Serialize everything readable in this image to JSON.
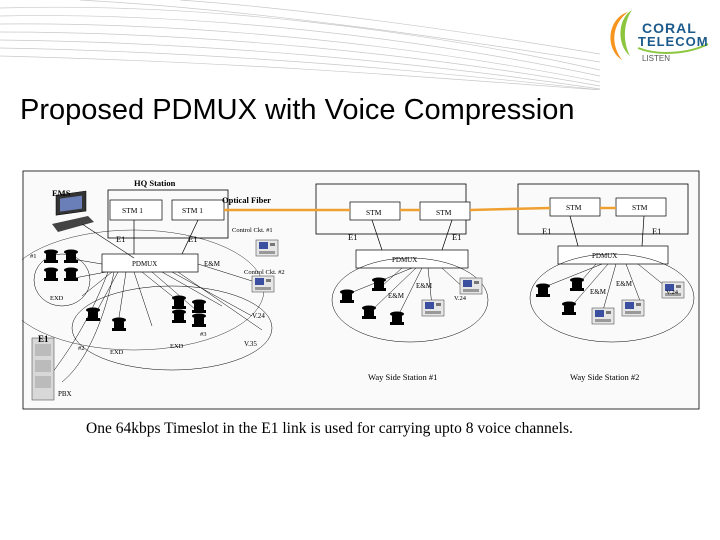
{
  "logo": {
    "brand_line1": "CORAL",
    "brand_line2": "TELECOM",
    "tagline": "LISTEN"
  },
  "title": "Proposed PDMUX with  Voice Compression",
  "diagram": {
    "ems": "EMS",
    "hq_station": "HQ Station",
    "optical_fiber": "Optical Fiber",
    "stm1_a": "STM 1",
    "stm1_b": "STM 1",
    "stm": "STM",
    "e1": "E1",
    "pdmux": "PDMUX",
    "em": "E&M",
    "control_ckt_1": "Control Ckt. #1",
    "control_ckt_2": "Control Ckt. #2",
    "exd": "EXD",
    "v24": "V.24",
    "v35": "V.35",
    "ch1": "#1",
    "ch2": "#2",
    "ch3": "#3",
    "pbx": "PBX",
    "way_side_1": "Way Side Station #1",
    "way_side_2": "Way Side Station #2"
  },
  "caption": "One 64kbps Timeslot in the E1 link is used for carrying upto 8 voice channels.",
  "colors": {
    "fiber": "#f0a030",
    "logo_blue": "#1c5a8c",
    "logo_green": "#8cc63f",
    "logo_orange": "#f7941d"
  }
}
